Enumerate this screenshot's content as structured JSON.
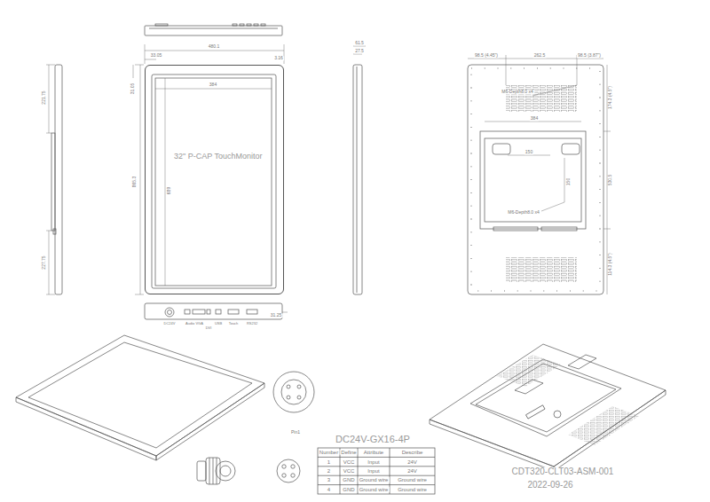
{
  "diagram": {
    "nodes": [
      {
        "text": [
          "32\" P-CAP TouchMonitor"
        ]
      }
    ],
    "labels": [
      "480.1",
      "33.05",
      "3.16",
      "384",
      "31.05",
      "865.3",
      "689",
      "221.75",
      "227.75",
      "61.5",
      "27.5",
      "DC24V",
      "Audio VGA",
      "DVI",
      "USB",
      "Touch",
      "RS232",
      "31.25",
      "98.5 (4.45\")",
      "262.5",
      "98.5 (3.87\")",
      "M6-Depth8.0 x4",
      "384",
      "150",
      "150",
      "174.3 (4.5\")",
      "530.5",
      "114.3 (4.5\")",
      "M6-Depth8.0 x4",
      "Pin1",
      "DC24V-GX16-4P",
      "Number",
      "Define",
      "Attribute",
      "Describe",
      "1",
      "VCC",
      "Input",
      "24V",
      "2",
      "VCC",
      "Input",
      "24V",
      "3",
      "GND",
      "Ground wire",
      "Ground wire",
      "4",
      "GND",
      "Ground wire",
      "Ground wire",
      "CDT320-CLT03-ASM-001",
      "2022-09-26"
    ]
  }
}
